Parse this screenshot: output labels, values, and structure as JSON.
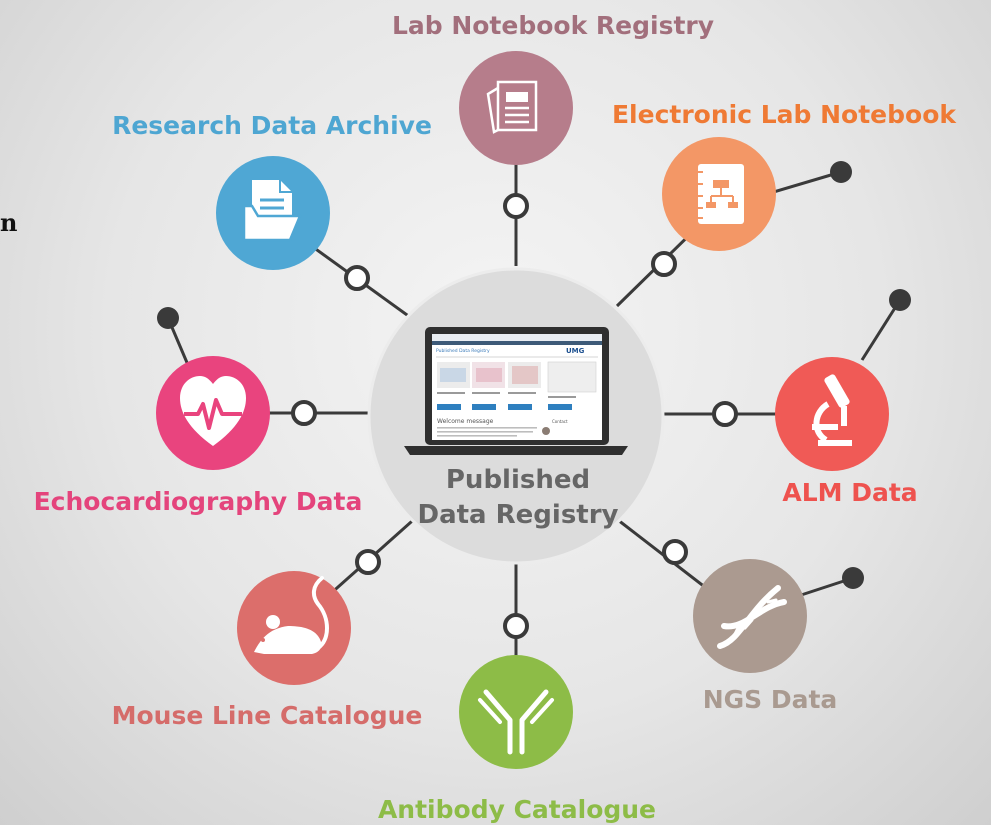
{
  "center": {
    "line1": "Published",
    "line2": "Data Registry",
    "screen": {
      "site_title": "Published Data Registry",
      "brand": "UMG",
      "welcome": "Welcome message",
      "contact": "Contact"
    }
  },
  "partial_text": "n",
  "nodes": [
    {
      "id": "lab-notebook-registry",
      "label": "Lab Notebook Registry",
      "color": "#b67d8b",
      "label_color": "#a26f7c",
      "icon": "newspaper-icon"
    },
    {
      "id": "electronic-lab-notebook",
      "label": "Electronic Lab Notebook",
      "color": "#f39766",
      "label_color": "#ef7a34",
      "icon": "notebook-icon"
    },
    {
      "id": "alm-data",
      "label": "ALM Data",
      "color": "#f05a56",
      "label_color": "#ee524e",
      "icon": "microscope-icon"
    },
    {
      "id": "ngs-data",
      "label": "NGS Data",
      "color": "#ab9a90",
      "label_color": "#a99a90",
      "icon": "dna-icon"
    },
    {
      "id": "antibody-catalogue",
      "label": "Antibody Catalogue",
      "color": "#8dbc47",
      "label_color": "#8dbc47",
      "icon": "antibody-icon"
    },
    {
      "id": "mouse-line-catalogue",
      "label": "Mouse Line Catalogue",
      "color": "#dc6e6b",
      "label_color": "#d56c6a",
      "icon": "mouse-icon"
    },
    {
      "id": "echocardiography-data",
      "label": "Echocardiography Data",
      "color": "#e9447e",
      "label_color": "#e4447c",
      "icon": "heart-icon"
    },
    {
      "id": "research-data-archive",
      "label": "Research Data Archive",
      "color": "#4fa7d4",
      "label_color": "#4ea6d2",
      "icon": "folder-icon"
    }
  ]
}
